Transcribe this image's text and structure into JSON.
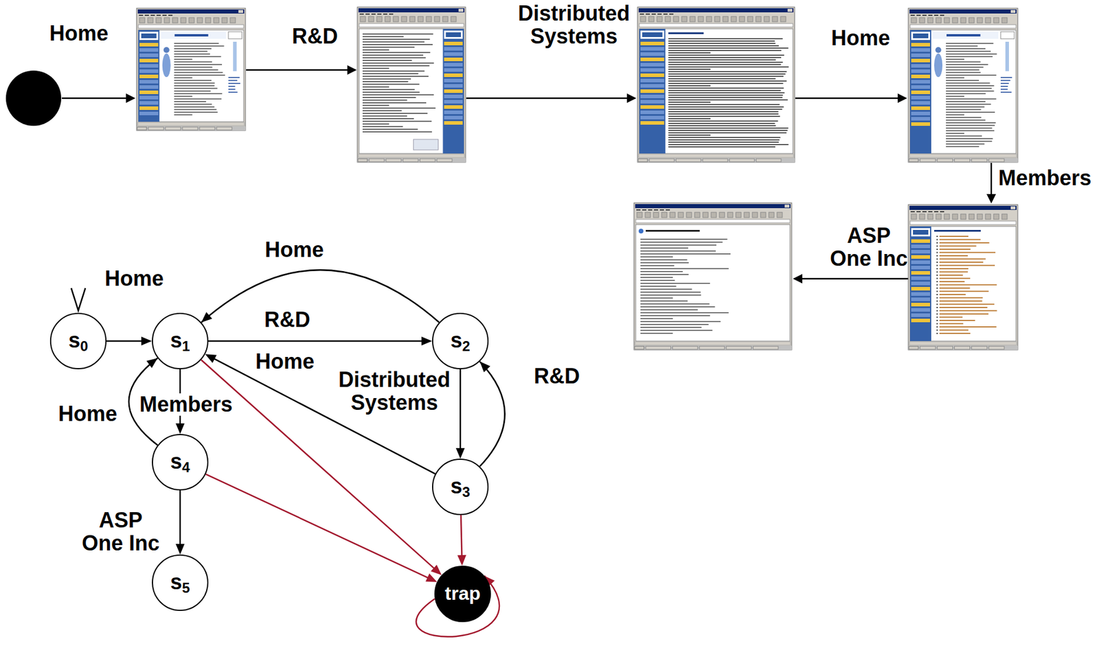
{
  "diagram": {
    "nodes": [
      {
        "text": [
          "s0"
        ]
      },
      {
        "text": [
          "s1"
        ]
      },
      {
        "text": [
          "s2"
        ]
      },
      {
        "text": [
          "s3"
        ]
      },
      {
        "text": [
          "s4"
        ]
      },
      {
        "text": [
          "s5"
        ]
      },
      {
        "text": [
          "trap"
        ]
      }
    ],
    "edges": [
      {
        "from": 0,
        "to": 1,
        "arrow": "to",
        "label": "Home"
      },
      {
        "from": 1,
        "to": 2,
        "arrow": "to",
        "label": "R&D"
      },
      {
        "from": 2,
        "to": 1,
        "arrow": "to",
        "label": "Home"
      },
      {
        "from": 3,
        "to": 1,
        "arrow": "to",
        "label": "Home"
      },
      {
        "from": 2,
        "to": 3,
        "arrow": "to",
        "label": "Distributed Systems"
      },
      {
        "from": 3,
        "to": 2,
        "arrow": "to",
        "label": "R&D"
      },
      {
        "from": 1,
        "to": 4,
        "arrow": "to",
        "label": "Members"
      },
      {
        "from": 4,
        "to": 1,
        "arrow": "to",
        "label": "Home"
      },
      {
        "from": 4,
        "to": 5,
        "arrow": "to",
        "label": "ASP One Inc"
      },
      {
        "from": 1,
        "to": 6,
        "arrow": "to"
      },
      {
        "from": 4,
        "to": 6,
        "arrow": "to"
      },
      {
        "from": 3,
        "to": 6,
        "arrow": "to"
      },
      {
        "from": 6,
        "to": 6,
        "arrow": "to"
      }
    ],
    "labels": [
      "Home",
      "R&D",
      "Distributed Systems",
      "Home",
      "Members",
      "ASP One Inc"
    ]
  }
}
